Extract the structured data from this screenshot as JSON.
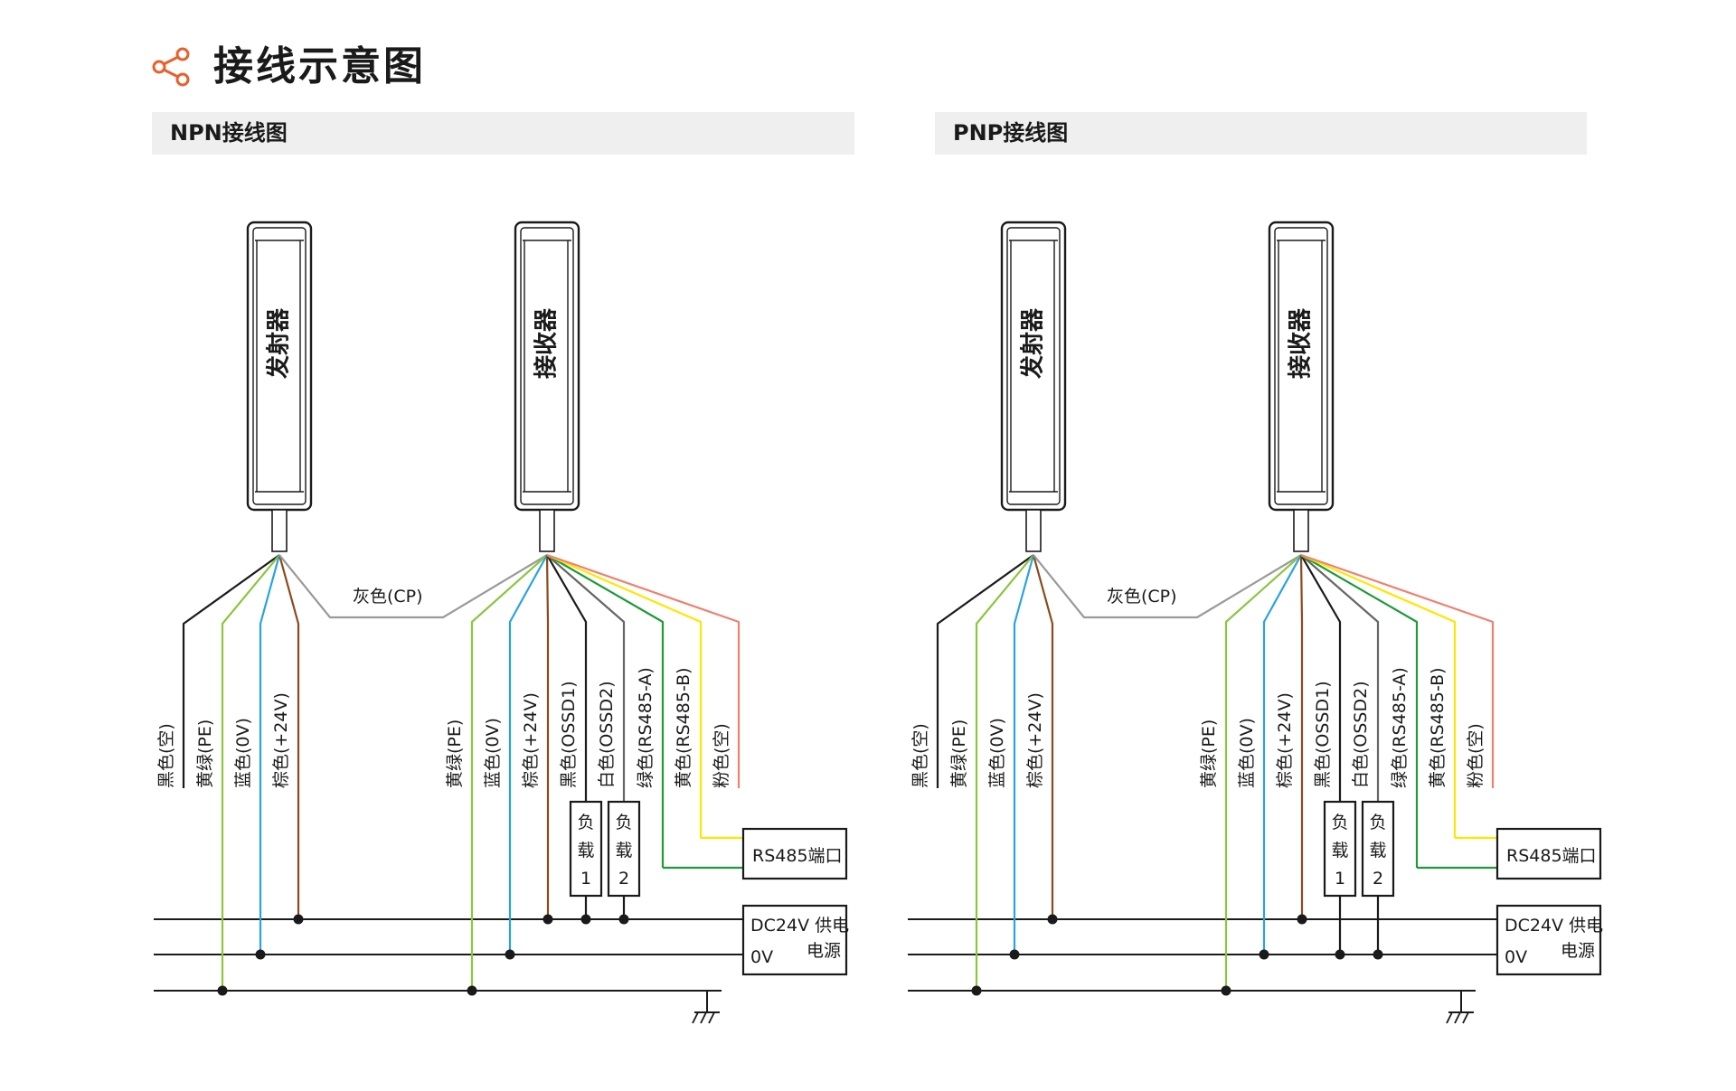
{
  "page_title": "接线示意图",
  "icon": "share-nodes-icon",
  "accent_color": "#e8602c",
  "npn": {
    "title": "NPN接线图",
    "emitter_label": "发射器",
    "receiver_label": "接收器",
    "gray_wire": "灰色(CP)",
    "emitter_wires": [
      "黑色(空)",
      "黄绿(PE)",
      "蓝色(0V)",
      "棕色(+24V)"
    ],
    "receiver_wires": [
      "黄绿(PE)",
      "蓝色(0V)",
      "棕色(+24V)",
      "黑色(OSSD1)",
      "白色(OSSD2)",
      "绿色(RS485-A)",
      "黄色(RS485-B)",
      "粉色(空)"
    ],
    "load1": [
      "负",
      "载",
      "1"
    ],
    "load2": [
      "负",
      "载",
      "2"
    ],
    "rs485_port": "RS485端口",
    "power_line1": "DC24V 供电",
    "power_line2_left": "0V",
    "power_line2_right": "电源"
  },
  "pnp": {
    "title": "PNP接线图",
    "emitter_label": "发射器",
    "receiver_label": "接收器",
    "gray_wire": "灰色(CP)",
    "emitter_wires": [
      "黑色(空)",
      "黄绿(PE)",
      "蓝色(0V)",
      "棕色(+24V)"
    ],
    "receiver_wires": [
      "黄绿(PE)",
      "蓝色(0V)",
      "棕色(+24V)",
      "黑色(OSSD1)",
      "白色(OSSD2)",
      "绿色(RS485-A)",
      "黄色(RS485-B)",
      "粉色(空)"
    ],
    "load1": [
      "负",
      "载",
      "1"
    ],
    "load2": [
      "负",
      "载",
      "2"
    ],
    "rs485_port": "RS485端口",
    "power_line1": "DC24V 供电",
    "power_line2_left": "0V",
    "power_line2_right": "电源"
  },
  "wire_colors": {
    "black": "#1a1a1a",
    "yellow_green": "#8cc63f",
    "blue": "#29a3e0",
    "brown": "#8b4a1c",
    "gray": "#9a9a9a",
    "green": "#1f9a3a",
    "yellow": "#ffe600",
    "pink": "#f08070"
  }
}
